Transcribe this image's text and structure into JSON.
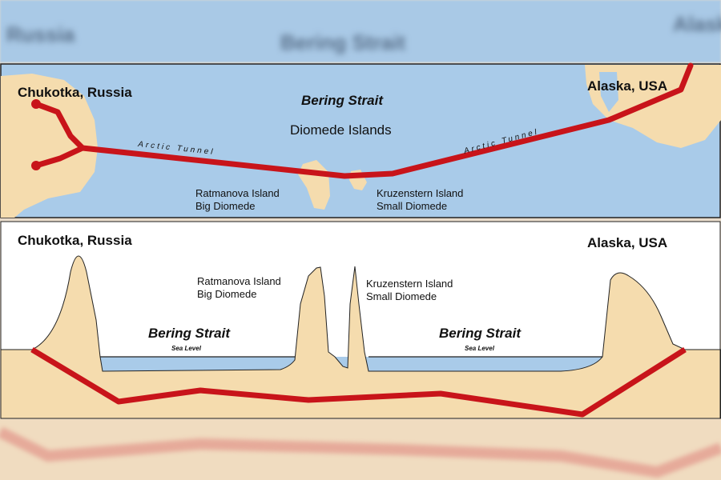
{
  "background": {
    "blur_left": "Russia",
    "blur_center": "Bering Strait",
    "blur_right": "Alaska"
  },
  "map": {
    "russia_label": "Chukotka, Russia",
    "alaska_label": "Alaska, USA",
    "strait_label": "Bering Strait",
    "islands_label": "Diomede Islands",
    "tunnel_label_west": "Arctic Tunnel",
    "tunnel_label_east": "Arctic Tunnel",
    "big_island_name": "Ratmanova Island",
    "big_island_sub": "Big Diomede",
    "small_island_name": "Kruzenstern Island",
    "small_island_sub": "Small Diomede"
  },
  "section": {
    "russia_label": "Chukotka, Russia",
    "alaska_label": "Alaska, USA",
    "big_island_name": "Ratmanova Island",
    "big_island_sub": "Big Diomede",
    "small_island_name": "Kruzenstern Island",
    "small_island_sub": "Small Diomede",
    "strait_west": "Bering Strait",
    "sea_level_west": "Sea Level",
    "strait_east": "Bering Strait",
    "sea_level_east": "Sea Level"
  },
  "colors": {
    "sea": "#a9cbe9",
    "land": "#f5dcae",
    "tunnel": "#c8141a"
  }
}
